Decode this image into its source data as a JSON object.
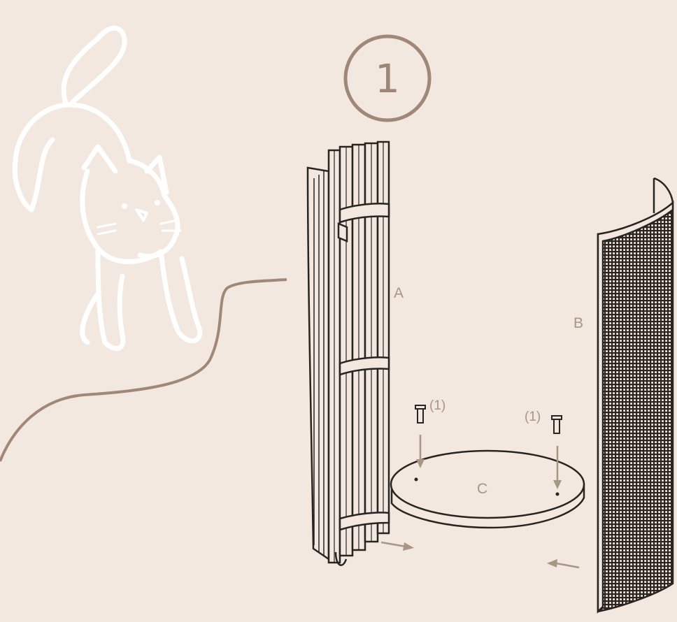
{
  "step": {
    "number": "1"
  },
  "parts": {
    "a": "A",
    "b": "B",
    "c": "C"
  },
  "screws": {
    "left_qty": "(1)",
    "right_qty": "(1)"
  },
  "colors": {
    "background": "#f2e8df",
    "ink": "#2a2420",
    "accent": "#a08878",
    "label": "#a89684",
    "cat_line": "#ffffff",
    "arrow": "#a89684"
  }
}
